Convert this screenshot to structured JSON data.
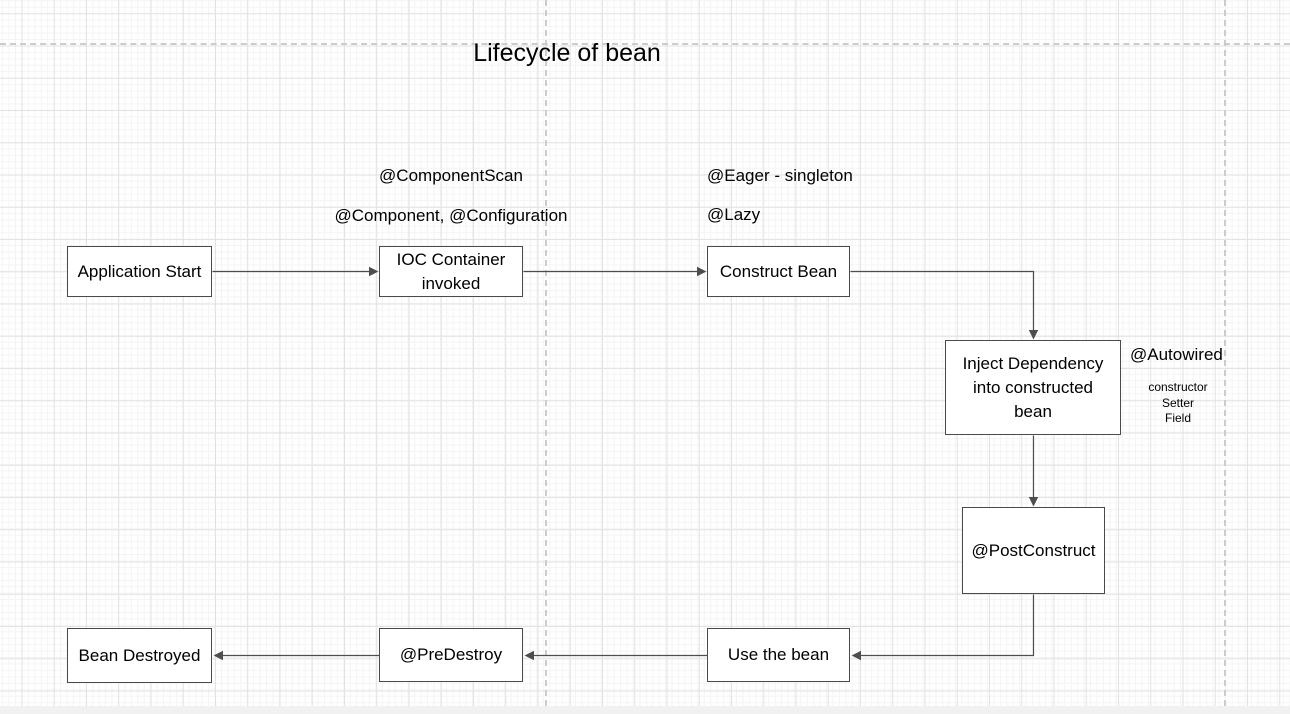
{
  "title": "Lifecycle of bean",
  "nodes": [
    {
      "label": "Application Start"
    },
    {
      "label": "IOC Container\ninvoked"
    },
    {
      "label": "Construct Bean"
    },
    {
      "label": "Inject Dependency\ninto constructed\nbean"
    },
    {
      "label": "@PostConstruct"
    },
    {
      "label": "Use the bean"
    },
    {
      "label": "@PreDestroy"
    },
    {
      "label": "Bean Destroyed"
    }
  ],
  "annotations": [
    {
      "label": "@ComponentScan"
    },
    {
      "label": "@Component, @Configuration"
    },
    {
      "label": "@Eager - singleton"
    },
    {
      "label": "@Lazy"
    },
    {
      "label": "@Autowired"
    },
    {
      "label": "constructor\nSetter\nField"
    }
  ],
  "edges": [
    {
      "from": "Application Start",
      "to": "IOC Container invoked"
    },
    {
      "from": "IOC Container invoked",
      "to": "Construct Bean"
    },
    {
      "from": "Construct Bean",
      "to": "Inject Dependency into constructed bean"
    },
    {
      "from": "Inject Dependency into constructed bean",
      "to": "@PostConstruct"
    },
    {
      "from": "@PostConstruct",
      "to": "Use the bean"
    },
    {
      "from": "Use the bean",
      "to": "@PreDestroy"
    },
    {
      "from": "@PreDestroy",
      "to": "Bean Destroyed"
    }
  ],
  "colors": {
    "canvas_bg": "#ffffff",
    "node_fill": "#ffffff",
    "node_border": "#4a4a4a",
    "connector": "#4d4d4d",
    "text": "#000000",
    "grid_minor": "#f4f4f4",
    "grid_major": "#e2e2e2",
    "page_guide_dash": "#cccccc",
    "page_edge": "#f1f1f1"
  }
}
